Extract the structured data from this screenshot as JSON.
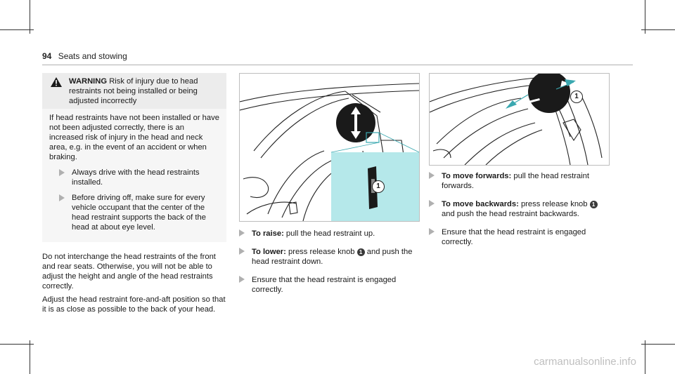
{
  "header": {
    "page_number": "94",
    "section": "Seats and stowing"
  },
  "warning": {
    "title": "WARNING",
    "title_rest": "Risk of injury due to head restraints not being installed or being adjusted incorrectly",
    "body": "If head restraints have not been installed or have not been adjusted correctly, there is an increased risk of injury in the head and neck area, e.g. in the event of an accident or when braking.",
    "bullets": [
      "Always drive with the head restraints installed.",
      "Before driving off, make sure for every vehicle occupant that the center of the head restraint supports the back of the head at about eye level."
    ]
  },
  "body": {
    "para1": "Do not interchange the head restraints of the front and rear seats. Otherwise, you will not be able to adjust the height and angle of the head restraints correctly.",
    "para2": "Adjust the head restraint fore-and-aft position so that it is as close as possible to the back of your head."
  },
  "figure1": {
    "callout": "1"
  },
  "figure2": {
    "callout": "1"
  },
  "steps_middle": [
    {
      "label": "To raise:",
      "text": "pull the head restraint up."
    },
    {
      "label": "To lower:",
      "text_a": "press release knob",
      "knob": "1",
      "text_b": "and push the head restraint down."
    },
    {
      "label": "",
      "text": "Ensure that the head restraint is engaged correctly."
    }
  ],
  "steps_right": [
    {
      "label": "To move forwards:",
      "text": "pull the head restraint forwards."
    },
    {
      "label": "To move backwards:",
      "text_a": "press release knob",
      "knob": "1",
      "text_b": "and push the head restraint backwards."
    },
    {
      "label": "",
      "text": "Ensure that the head restraint is engaged correctly."
    }
  ],
  "watermark": "carmanualsonline.info",
  "colors": {
    "callout_bg": "#b5e8ea",
    "warning_bg": "#ececec",
    "accent": "#3a3a3a"
  }
}
